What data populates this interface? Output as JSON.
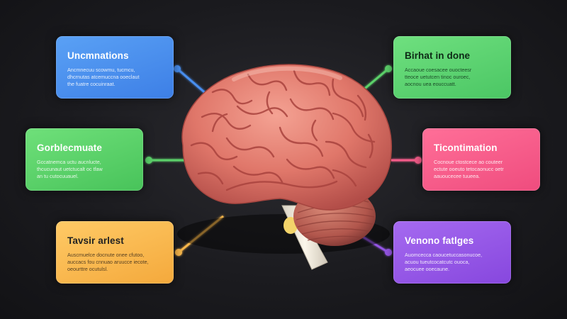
{
  "cards": {
    "top_left": {
      "title": "Uncmnations",
      "lines": [
        "Ancmnecuu scowmu, tucmcu,",
        "dhcrnutas atcemuccna ooeclaut",
        "the fuatre cocuinraat."
      ]
    },
    "mid_left": {
      "title": "Gorblecmuate",
      "lines": [
        "Gccatnemca uctu aucnlucte,",
        "thcucunaut uetctucalt oc tfaw",
        "an tu cutocuuauel."
      ]
    },
    "bottom_left": {
      "title": "Tavsir arlest",
      "lines": [
        "Auscmuelce docnute onee cfutoo,",
        "auccacs fou cnnuao aruucce iecote,",
        "oeourttre ocutulsl."
      ]
    },
    "top_right": {
      "title": "Birhat in done",
      "lines": [
        "Accaoue coesacee ouocteesr",
        "tteoce uetutcen tinoc ouroec,",
        "aocnou uea eouccuatt."
      ]
    },
    "mid_right": {
      "title": "Ticontimation",
      "lines": [
        "Cocnoue ctostcece ao couteer",
        "ectute ooeuto tetocaonucc oetr",
        "aauoucecee tuueea."
      ]
    },
    "bottom_right": {
      "title": "Venono fatlges",
      "lines": [
        "Auomcecca caoucetuccasonucoe,",
        "acuou tueutcocatcutc ouoca,",
        "aeocuee ooecaune."
      ]
    }
  },
  "colors": {
    "background": "#1b1b1f",
    "blue": "#4a8ff0",
    "green": "#5bd16a",
    "orange": "#f7b64c",
    "pink": "#f55b8a",
    "purple": "#9556e6",
    "brain": "#e0776a"
  }
}
